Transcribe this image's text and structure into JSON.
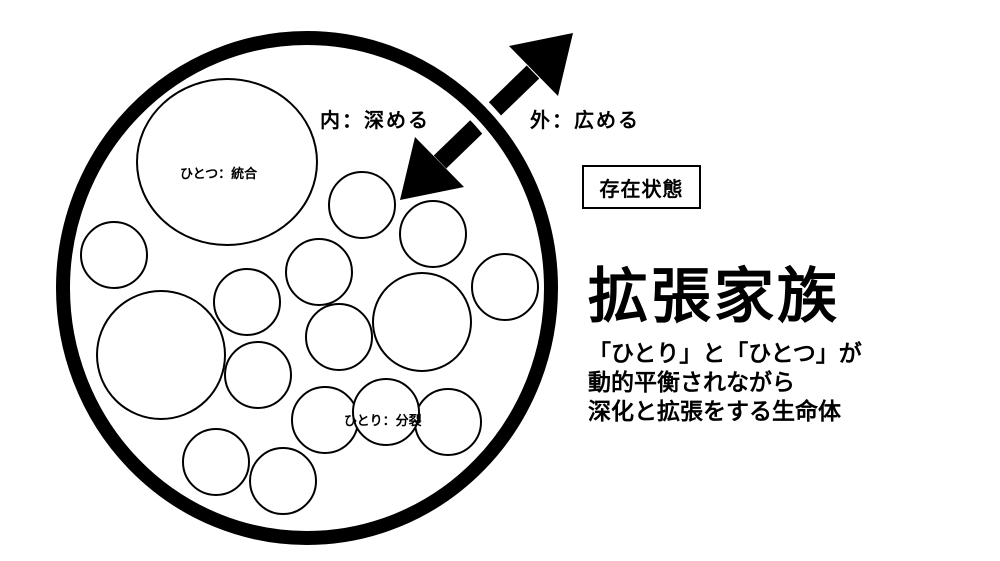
{
  "diagram": {
    "inner_label": "内：深める",
    "outer_label": "外：広める",
    "unity_label": "ひとつ：統合",
    "split_label": "ひとり：分裂",
    "state_box": "存在状態",
    "title": "拡張家族",
    "description": [
      "「ひとり」と「ひとつ」が",
      "動的平衡されながら",
      "深化と拡張をする生命体"
    ],
    "colors": {
      "ink": "#000000",
      "background": "#ffffff"
    }
  }
}
